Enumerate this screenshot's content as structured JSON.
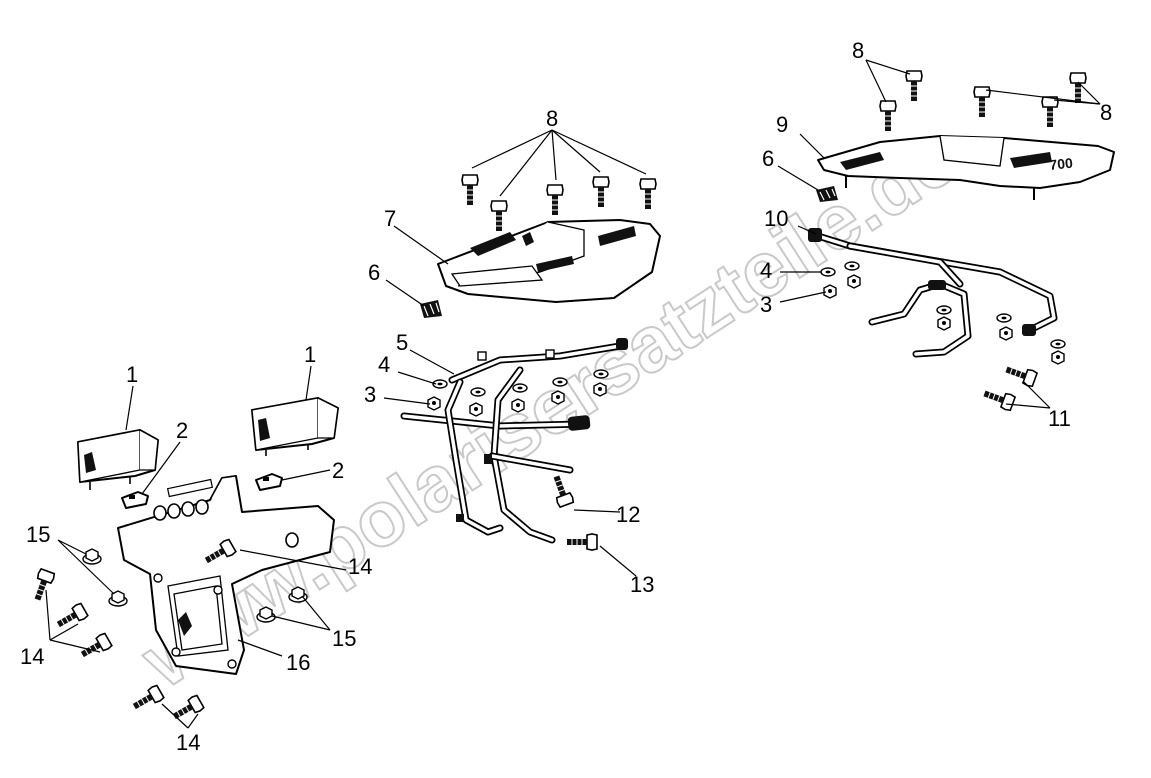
{
  "watermark": "www.polarisersatzteile.de",
  "callouts": {
    "c1a": "1",
    "c1b": "1",
    "c2a": "2",
    "c2b": "2",
    "c3a": "3",
    "c3b": "3",
    "c4a": "4",
    "c4b": "4",
    "c5": "5",
    "c6a": "6",
    "c6b": "6",
    "c7": "7",
    "c8a": "8",
    "c8b": "8",
    "c8c": "8",
    "c9": "9",
    "c10": "10",
    "c11": "11",
    "c12": "12",
    "c13": "13",
    "c14a": "14",
    "c14b": "14",
    "c14c": "14",
    "c15a": "15",
    "c15b": "15",
    "c16": "16"
  },
  "colors": {
    "ink": "#000000",
    "watermark": "#c9c9c9",
    "background": "#ffffff"
  }
}
